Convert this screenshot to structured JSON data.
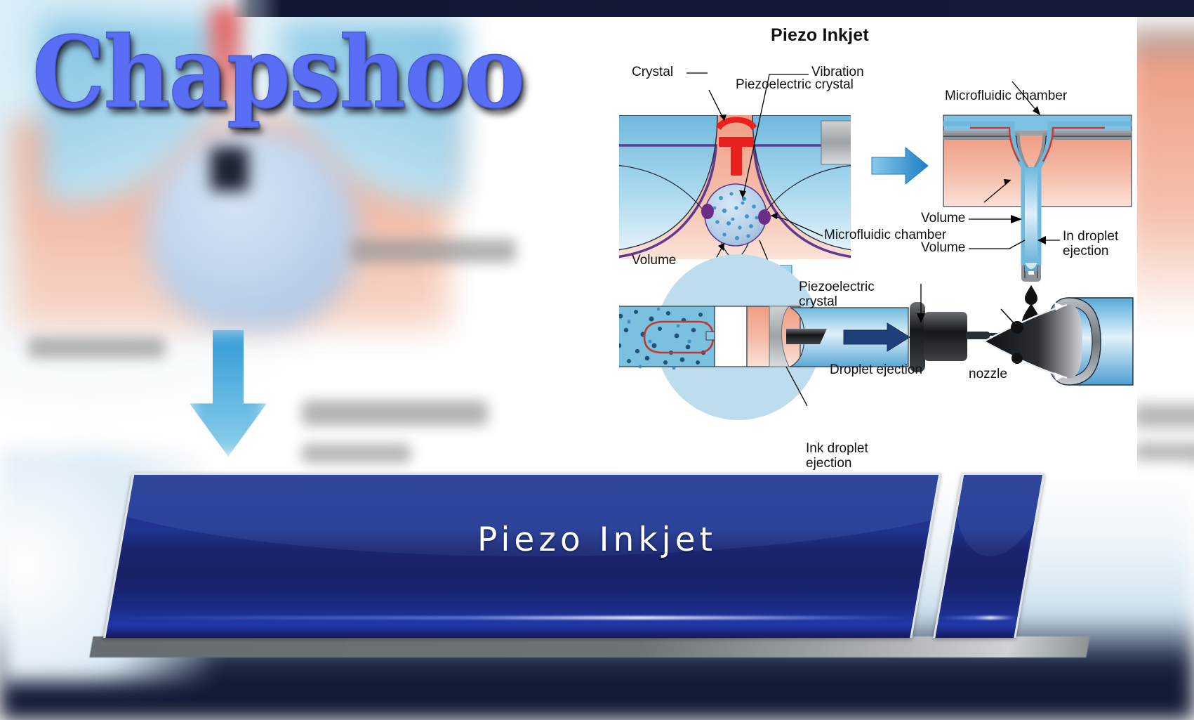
{
  "brand": {
    "logo_text": "Chapshoo"
  },
  "panel": {
    "title": "Piezo Inkjet",
    "diagram_top_left": {
      "labels": [
        {
          "key": "piezoelectric_crystal_top",
          "text": "Piezoelectric crystal"
        },
        {
          "key": "crystal",
          "text": "Crystal"
        },
        {
          "key": "vibration",
          "text": "Vibration"
        },
        {
          "key": "microfluidic_chamber",
          "text": "Microfluidic chamber"
        },
        {
          "key": "volume",
          "text": "Volume"
        },
        {
          "key": "piezoelectric_crystal_bottom",
          "text": "Piezoelectric\ncrystal"
        }
      ]
    },
    "diagram_top_right": {
      "labels": [
        {
          "key": "microfluidic_chamber",
          "text": "Microfluidic chamber"
        },
        {
          "key": "volume_upper",
          "text": "Volume"
        },
        {
          "key": "volume_lower",
          "text": "Volume"
        },
        {
          "key": "in_droplet_ejection",
          "text": "In droplet\nejection"
        }
      ]
    },
    "diagram_bottom_left": {
      "labels": [
        {
          "key": "droplet_ejection",
          "text": "Droplet ejection"
        },
        {
          "key": "ink_droplet_ejection",
          "text": "Ink droplet\nejection"
        }
      ]
    },
    "diagram_bottom_right": {
      "labels": [
        {
          "key": "nozzle",
          "text": "nozzle"
        }
      ]
    }
  },
  "banner": {
    "title": "Piezo Inkjet"
  },
  "colors": {
    "logo_blue": "#5a6ef5",
    "topbar_navy": "#111834",
    "banner_navy": "#1b2a84",
    "banner_border": "#dfe4ea",
    "accent_arrow_blue": "#1f86c8",
    "crystal_blue": "#7cc0e0",
    "skin_peach": "#f0a992",
    "piezo_purple": "#5d3b8e",
    "vibration_red": "#e8211d",
    "nozzle_black": "#1d1d1d"
  }
}
